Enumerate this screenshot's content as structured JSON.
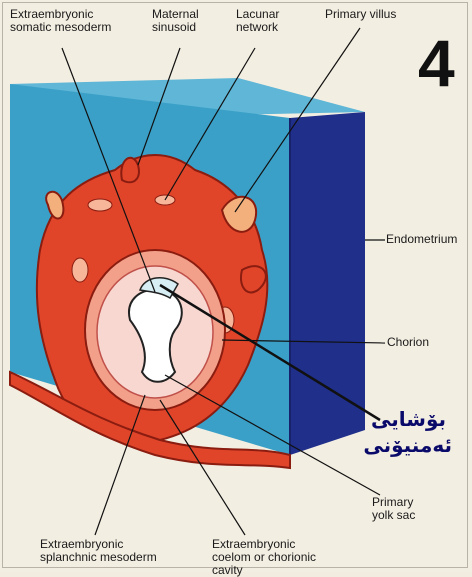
{
  "figure_number": "4",
  "labels": {
    "extraembryonic_somatic_mesoderm": "Extraembryonic\nsomatic mesoderm",
    "maternal_sinusoid": "Maternal\nsinusoid",
    "lacunar_network": "Lacunar\nnetwork",
    "primary_villus": "Primary villus",
    "endometrium": "Endometrium",
    "chorion": "Chorion",
    "amniotic_cavity_line1": "بۆشایی",
    "amniotic_cavity_line2": "ئەمنیۆنی",
    "primary_yolk_sac": "Primary\nyolk sac",
    "extraembryonic_splanchnic_mesoderm": "Extraembryonic\nsplanchnic mesoderm",
    "extraembryonic_coelom": "Extraembryonic\ncoelom or chorionic\ncavity"
  },
  "colors": {
    "endometrium_front": "#3aa0c8",
    "endometrium_side": "#1f2f8a",
    "trophoblast": "#e0452a",
    "mesoderm": "#f2a08a",
    "cavity_pink": "#f7d7d0",
    "kurdish_label": "#0a0a6a"
  }
}
